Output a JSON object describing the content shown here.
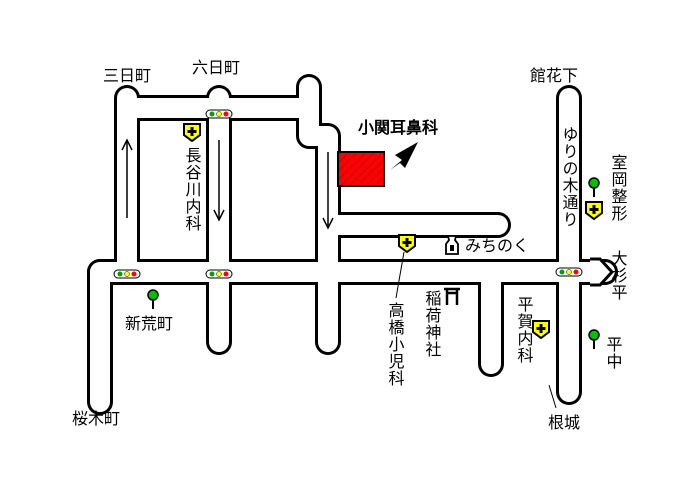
{
  "map": {
    "title": "小関耳鼻科",
    "colors": {
      "road_fill": "#ffffff",
      "road_edge": "#000000",
      "clinic_red": "#ff0000",
      "signal_green": "#00a000",
      "signal_yellow": "#ffff00",
      "signal_red": "#ff0000",
      "marker_yellow": "#ffff00",
      "tree_green": "#00c000"
    },
    "places": {
      "mikkamachi": "三日町",
      "muikamachi": "六日町",
      "tatehanashita": "館花下",
      "sakuragicho": "桜木町",
      "shinaracho": "新荒町",
      "hasegawa": "長谷川内科",
      "takahashi": "高橋小児科",
      "inari": "稲荷神社",
      "michinoku": "みちのく",
      "yurinoki": "ゆりの木通り",
      "murooka": "室岡整形",
      "ohsugidaira": "大杉平",
      "hiraka": "平賀内科",
      "hiranaka": "平中",
      "negishiro": "根城"
    },
    "icons": {
      "clinic_pointer": "arrow-pointer-icon",
      "hospital": "hospital-cross-icon",
      "traffic_signal": "traffic-signal-icon",
      "tree": "tree-icon",
      "shrine": "torii-icon",
      "landmark": "michinoku-landmark-icon"
    }
  }
}
